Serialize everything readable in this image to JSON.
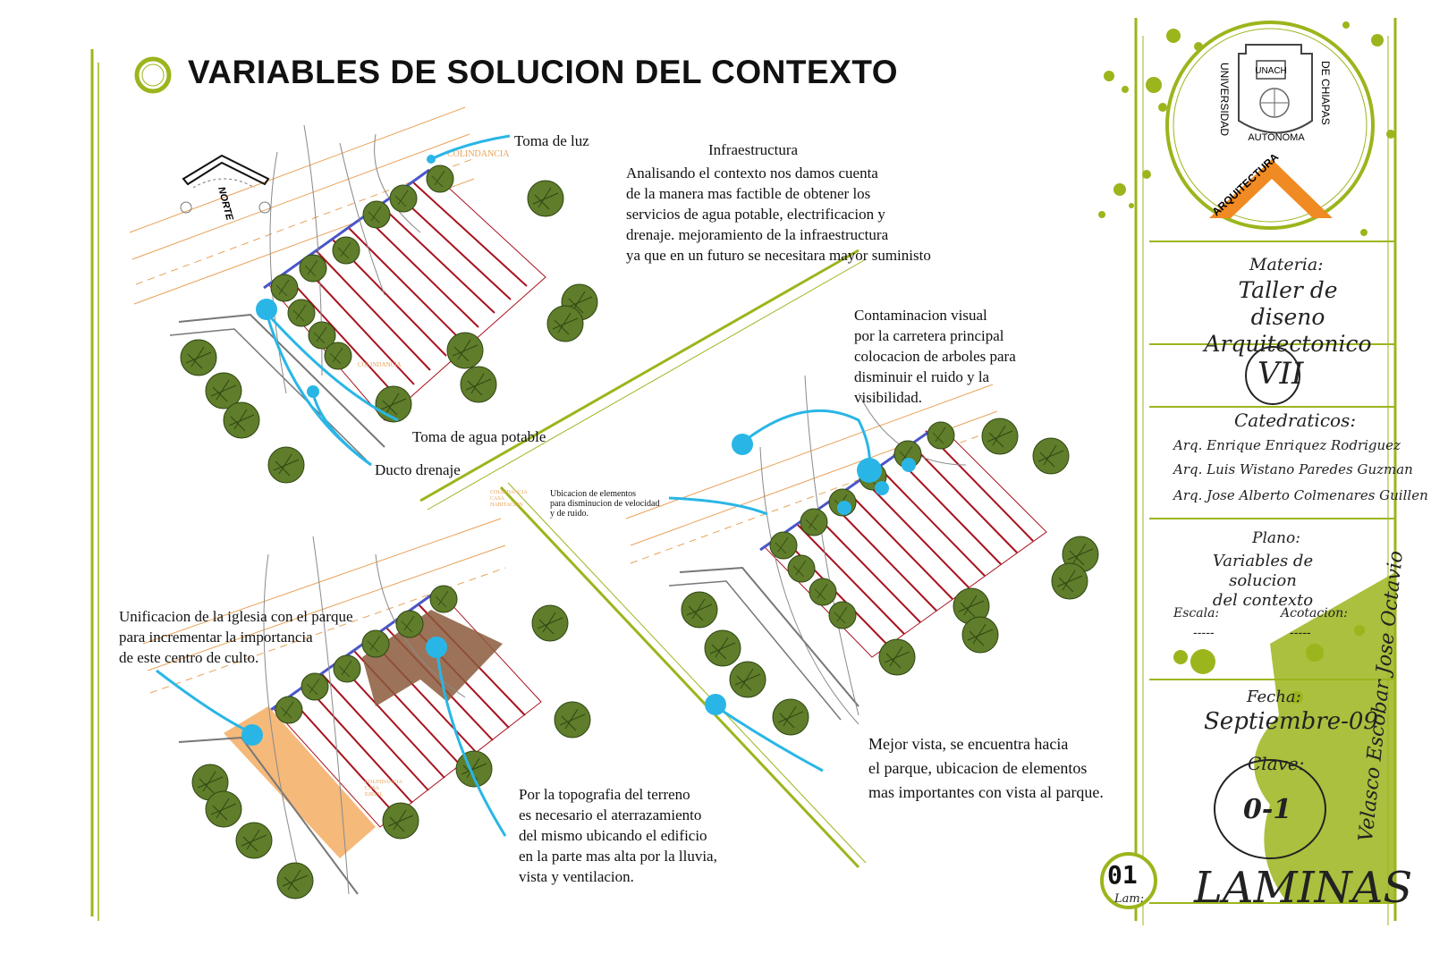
{
  "sheet": {
    "title": "VARIABLES DE SOLUCION DEL CONTEXTO",
    "north_label": "NORTE"
  },
  "notes": {
    "toma_luz": "Toma de luz",
    "infra_heading": "Infraestructura",
    "infra_body": "Analisando el contexto nos damos cuenta\nde la manera mas factible de obtener los\nservicios de agua potable, electrificacion y\ndrenaje. mejoramiento de la infraestructura\nya que en un futuro se necesitara mayor suministo",
    "toma_agua": "Toma de agua potable",
    "ducto": "Ducto drenaje",
    "contaminacion": "Contaminacion visual\npor la carretera principal\ncolocacion de arboles para\ndisminuir el ruido y la\n visibilidad.",
    "ubicacion": "Ubicacion de elementos\npara disminucion de velocidad\ny de ruido.",
    "unificacion": "Unificacion de la iglesia con el parque\npara incrementar la importancia\nde este centro de culto.",
    "topografia": "Por la topografia del terreno\nes necesario el aterrazamiento\ndel mismo ubicando el edificio\nen la parte mas alta por la lluvia,\nvista y ventilacion.",
    "mejor_vista": "Mejor vista, se encuentra hacia\nel parque, ubicacion de elementos\nmas importantes con vista al parque."
  },
  "plan_labels": {
    "colindancia_habitacion": "COLINDANCIA\nCASA\nHABITACION",
    "colindancia_ejidal": "COLINDANCIA\nCASA\nEJIDAL"
  },
  "title_block": {
    "university_top": "UNIVERSIDAD",
    "university_right": "DE CHIAPAS",
    "university_bottom": "AUTONOMA",
    "university_logo": "UNACH",
    "school": "ARQUITECTURA",
    "materia_label": "Materia:",
    "materia_value": "Taller de diseno\nArquitectonico",
    "semester": "VII",
    "catedraticos_label": "Catedraticos:",
    "catedraticos": [
      "Arq. Enrique Enriquez Rodriguez",
      "Arq. Luis Wistano Paredes Guzman",
      "Arq. Jose Alberto Colmenares Guillen"
    ],
    "plano_label": "Plano:",
    "plano_value": "Variables de solucion\ndel contexto",
    "escala_label": "Escala:",
    "escala_value": "-----",
    "acotacion_label": "Acotacion:",
    "acotacion_value": "-----",
    "fecha_label": "Fecha:",
    "fecha_value": "Septiembre-09",
    "clave_label": "Clave:",
    "clave_value": "0-1",
    "author": "Velasco Escobar Jose Octavio",
    "lam_number": "01",
    "lam_label": "Lam:",
    "laminas": "LAMINAS"
  },
  "colors": {
    "accent_green": "#9bb51c",
    "service_blue": "#29b6e6",
    "plot_red": "#a8121e",
    "tree_green": "#5f7d2a",
    "road_orange": "#e8a25a",
    "building_brown": "#8b5a3c",
    "park_orange": "#f5b97a",
    "logo_orange": "#f08a22"
  }
}
